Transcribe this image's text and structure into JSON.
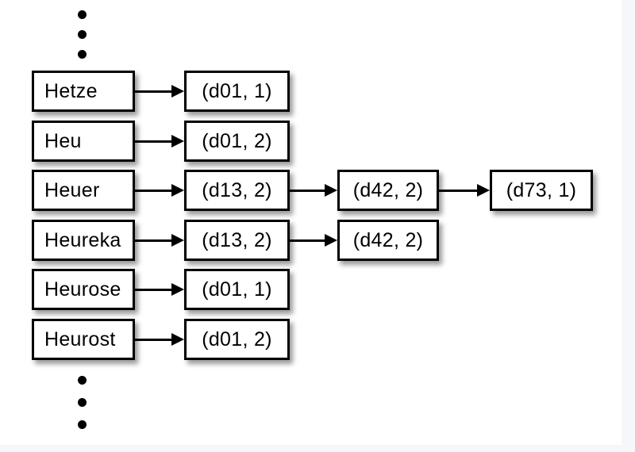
{
  "diagram": {
    "rows": [
      {
        "term": "Hetze",
        "postings": [
          "(d01, 1)"
        ]
      },
      {
        "term": "Heu",
        "postings": [
          "(d01, 2)"
        ]
      },
      {
        "term": "Heuer",
        "postings": [
          "(d13, 2)",
          "(d42, 2)",
          "(d73, 1)"
        ]
      },
      {
        "term": "Heureka",
        "postings": [
          "(d13, 2)",
          "(d42, 2)"
        ]
      },
      {
        "term": "Heurose",
        "postings": [
          "(d01, 1)"
        ]
      },
      {
        "term": "Heurost",
        "postings": [
          "(d01, 2)"
        ]
      }
    ],
    "icons": {
      "top_ellipsis": "vertical-ellipsis",
      "bottom_ellipsis": "vertical-ellipsis",
      "arrow": "right-arrow"
    },
    "colors": {
      "slide_background": "#ffffff",
      "page_margin": "#f6f7f8",
      "box_fill": "#ffffff",
      "box_border": "#000000",
      "text": "#000000",
      "arrow": "#000000",
      "shadow": "rgba(0,0,0,0.40)"
    }
  }
}
